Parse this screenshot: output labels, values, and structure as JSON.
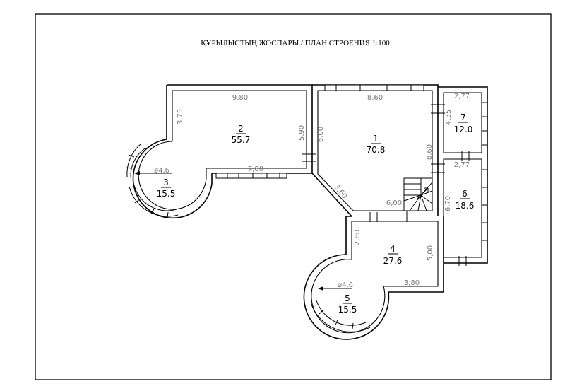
{
  "title": "ҚҰРЫЛЫСТЫҢ  ЖОСПАРЫ  / ПЛАН СТРОЕНИЯ 1:100",
  "rooms": [
    {
      "number": "1",
      "area": "70.8"
    },
    {
      "number": "2",
      "area": "55.7"
    },
    {
      "number": "3",
      "area": "15.5"
    },
    {
      "number": "4",
      "area": "27.6"
    },
    {
      "number": "5",
      "area": "15.5"
    },
    {
      "number": "6",
      "area": "18.6"
    },
    {
      "number": "7",
      "area": "12.0"
    }
  ],
  "dimensions": {
    "room2_top": "9,80",
    "room2_left": "3,75",
    "room2_right": "5,90",
    "room2_bottom": "7,80",
    "room1_top": "8,60",
    "room1_left": "6,00",
    "room1_right": "8,60",
    "room1_diag": "3,60",
    "room1_bottom": "6,00",
    "room7_top": "2,77",
    "room7_left": "4,35",
    "room6_top": "2,77",
    "room6_left": "6,70",
    "room4_left": "2,80",
    "room4_right": "5,00",
    "room4_bottom": "3,80",
    "circle3_dia": "ø4,6",
    "circle5_dia": "ø4,6"
  }
}
